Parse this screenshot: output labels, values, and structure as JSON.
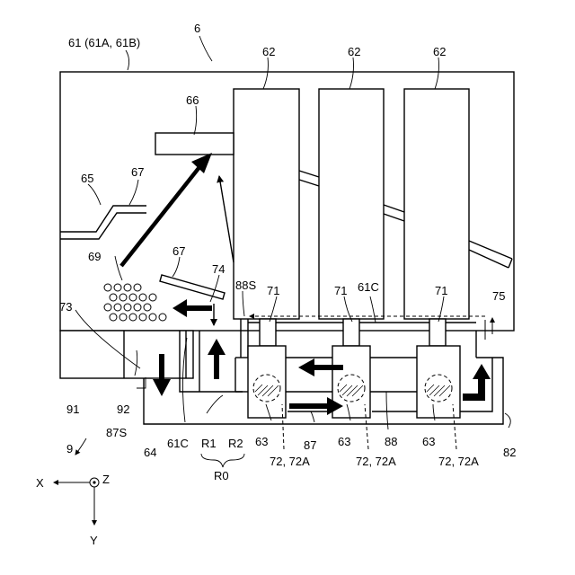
{
  "figure": {
    "labels": {
      "l6": "6",
      "l61": "61 (61A, 61B)",
      "l62a": "62",
      "l62b": "62",
      "l62c": "62",
      "l66": "66",
      "l65": "65",
      "l67a": "67",
      "l67b": "67",
      "l69": "69",
      "l73": "73",
      "l74": "74",
      "l88S": "88S",
      "l71a": "71",
      "l71b": "71",
      "l71c": "71",
      "l61Ca": "61C",
      "l75": "75",
      "l91": "91",
      "l92": "92",
      "l87S": "87S",
      "l9": "9",
      "l64": "64",
      "l61Cb": "61C",
      "lR1": "R1",
      "lR2": "R2",
      "lR0": "R0",
      "l63a": "63",
      "l63b": "63",
      "l63c": "63",
      "l87": "87",
      "l88": "88",
      "l82": "82",
      "l72a": "72, 72A",
      "l72b": "72, 72A",
      "l72c": "72, 72A"
    },
    "axes": {
      "x": "X",
      "y": "Y",
      "z": "Z"
    }
  }
}
